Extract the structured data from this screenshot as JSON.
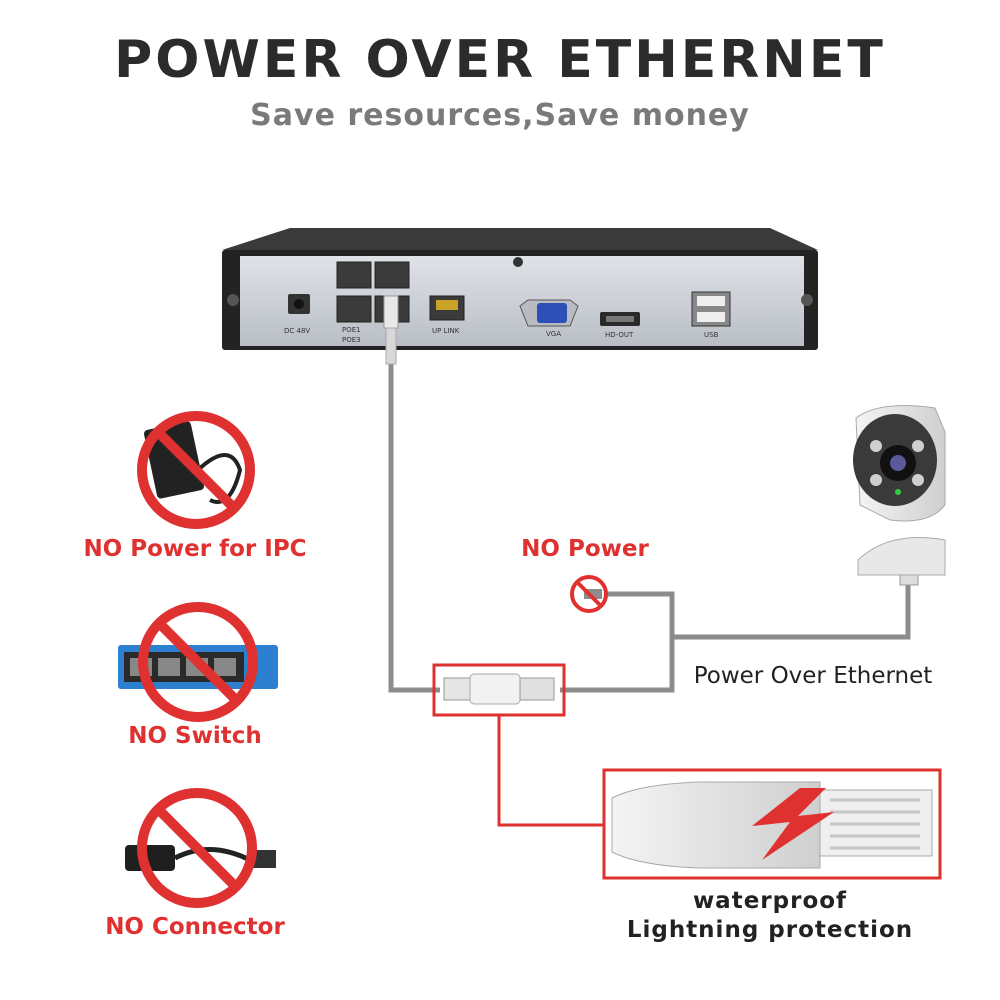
{
  "header": {
    "title": "POWER OVER ETHERNET",
    "subtitle": "Save resources,Save money"
  },
  "nvr": {
    "ports": {
      "dc": "DC 48V",
      "poe1": "POE1",
      "poe3": "POE3",
      "uplink": "UP LINK",
      "vga": "VGA",
      "hdout": "HD-OUT",
      "usb": "USB"
    }
  },
  "left_panel": {
    "no_power_ipc": "NO Power for IPC",
    "no_switch": "NO Switch",
    "no_connector": "NO Connector"
  },
  "diagram": {
    "no_power": "NO Power",
    "poe_label": "Power Over Ethernet",
    "waterproof": "waterproof",
    "lightning": "Lightning protection"
  },
  "colors": {
    "accent_red": "#e03131",
    "cable_gray": "#8c8c8c",
    "nvr_body": "#2a2a2a",
    "nvr_panel": "#c8cdd3"
  }
}
